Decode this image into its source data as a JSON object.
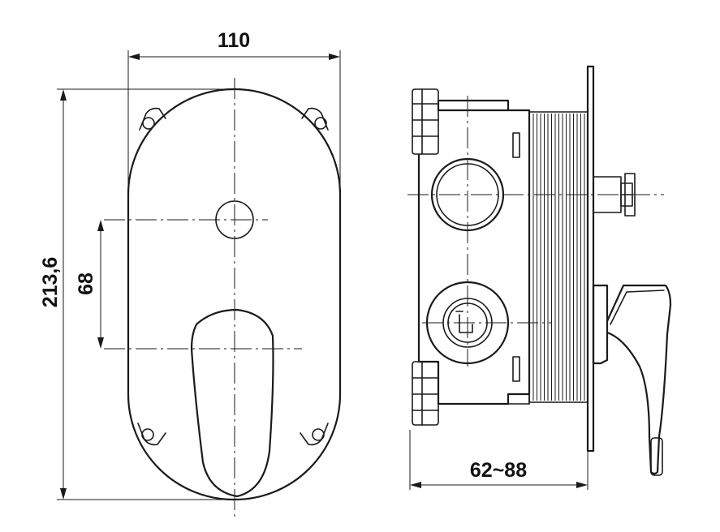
{
  "dimensions": {
    "width": "110",
    "height": "213,6",
    "handle_spacing": "68",
    "depth": "62~88"
  },
  "colors": {
    "line": "#1a1a1a",
    "background": "#ffffff"
  }
}
